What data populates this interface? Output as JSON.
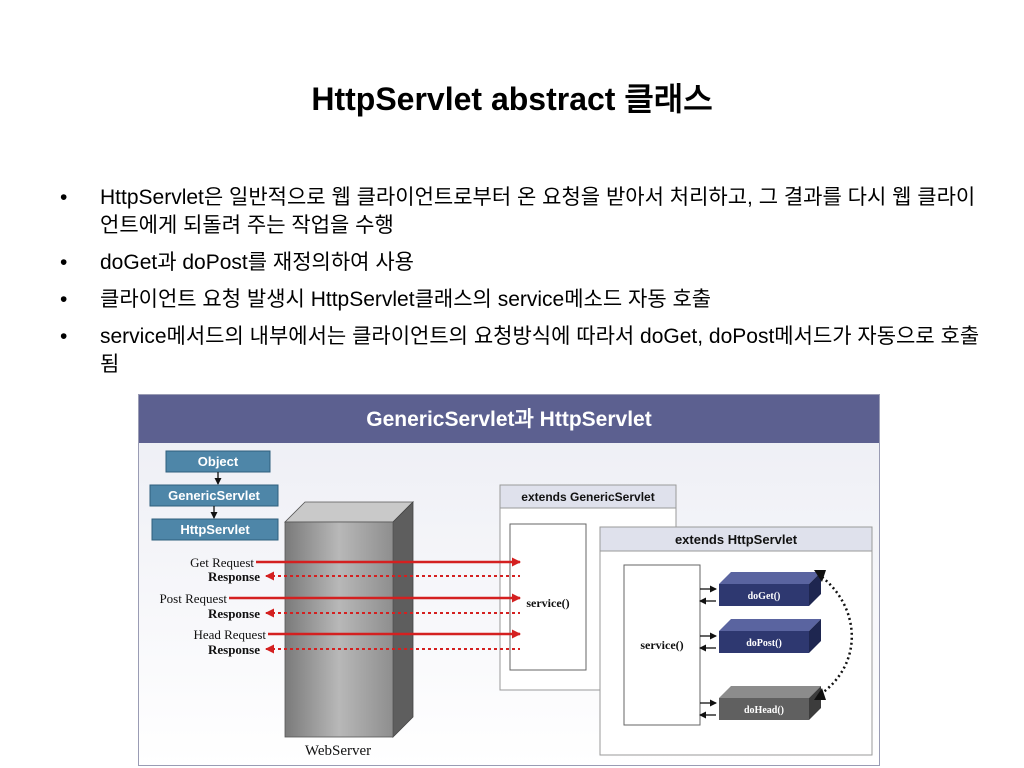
{
  "title": "HttpServlet abstract 클래스",
  "bullets": [
    "HttpServlet은 일반적으로 웹 클라이언트로부터 온 요청을 받아서 처리하고, 그 결과를 다시 웹 클라이언트에게 되돌려 주는 작업을 수행",
    "doGet과 doPost를 재정의하여 사용",
    "클라이언트 요청 발생시 HttpServlet클래스의 service메소드 자동 호출",
    "service메서드의 내부에서는 클라이언트의 요청방식에 따라서 doGet, doPost메서드가 자동으로 호출됨"
  ],
  "diagram": {
    "header": "GenericServlet과 HttpServlet",
    "hierarchy": [
      "Object",
      "GenericServlet",
      "HttpServlet"
    ],
    "requests": [
      {
        "request": "Get Request",
        "response": "Response"
      },
      {
        "request": "Post Request",
        "response": "Response"
      },
      {
        "request": "Head Request",
        "response": "Response"
      }
    ],
    "webserver_label": "WebServer",
    "generic_panel_title": "extends GenericServlet",
    "generic_service": "service()",
    "http_panel_title": "extends HttpServlet",
    "http_service": "service()",
    "methods": [
      "doGet()",
      "doPost()",
      "doHead()"
    ],
    "colors": {
      "header_bg": "#5c6090",
      "hierarchy_box": "#4e86a8",
      "request_arrow": "#d42020",
      "method_box_dark": "#2e3870",
      "method_box_gray": "#606060"
    }
  }
}
